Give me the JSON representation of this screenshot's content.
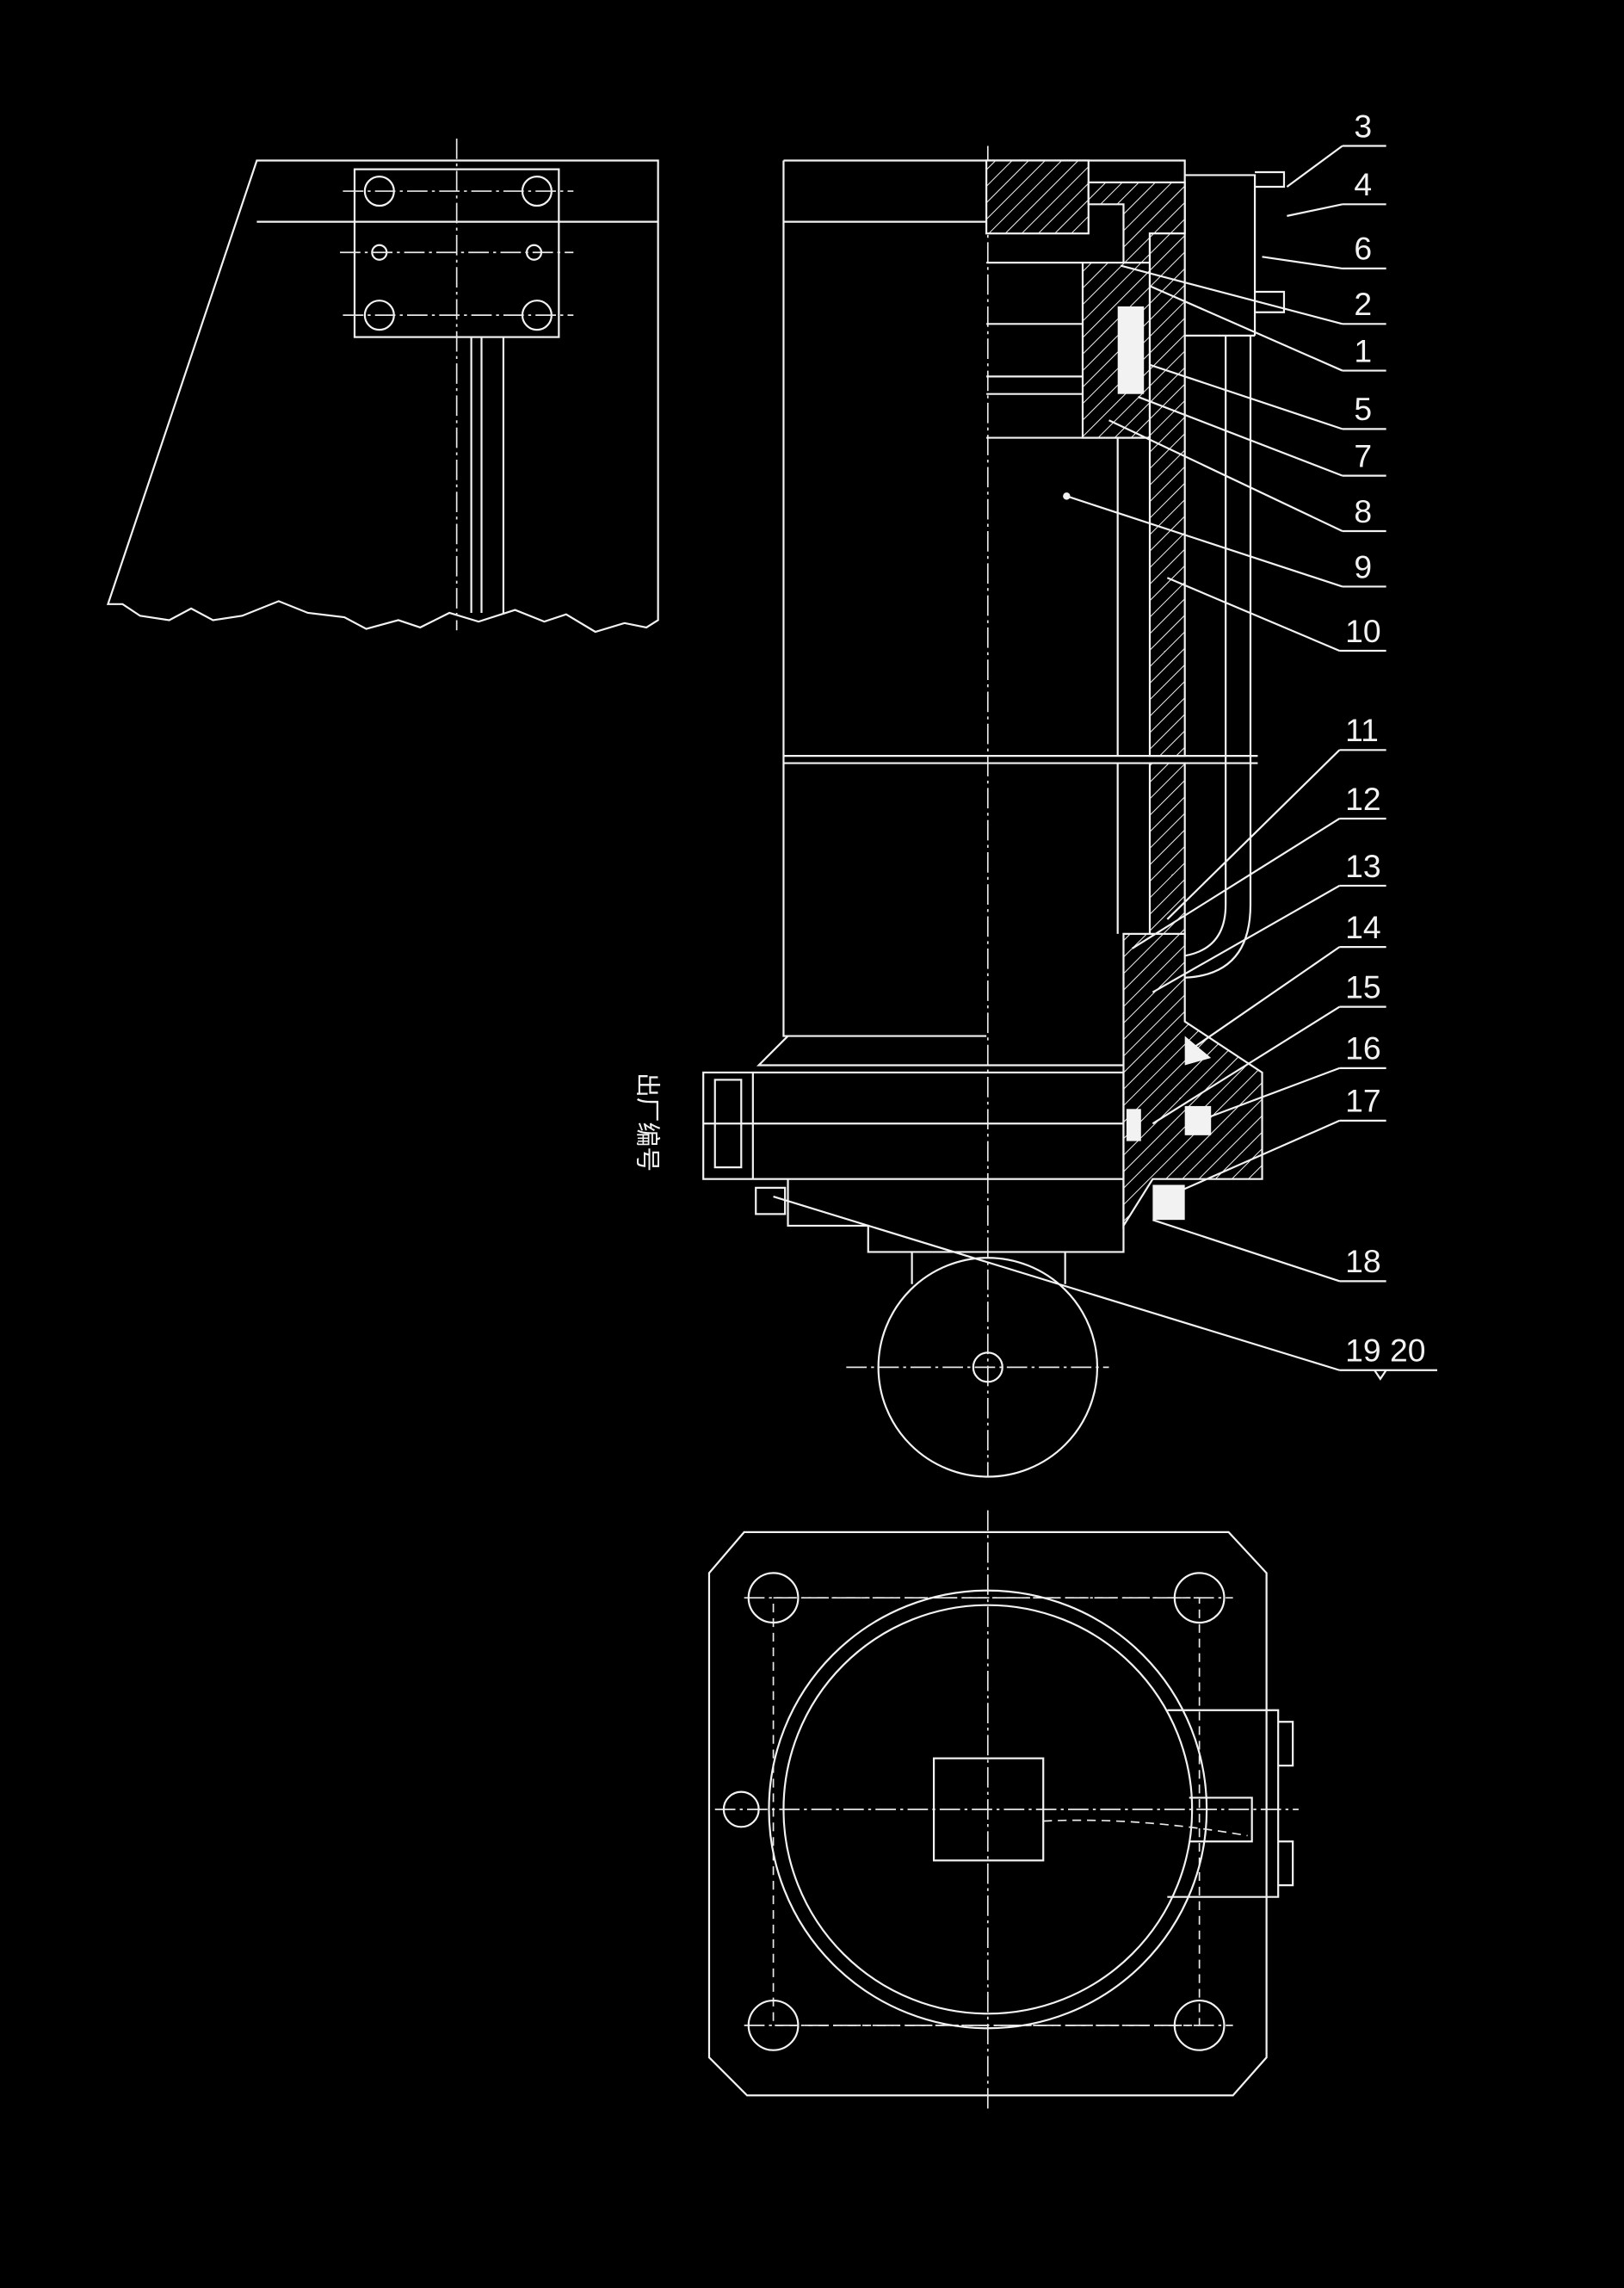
{
  "drawing": {
    "title": "Hydraulic cylinder assembly drawing",
    "serial_plate_text": "出厂编号",
    "part_labels": [
      "3",
      "4",
      "6",
      "2",
      "1",
      "5",
      "7",
      "8",
      "9",
      "10",
      "11",
      "12",
      "13",
      "14",
      "15",
      "16",
      "17",
      "18",
      "19 20"
    ],
    "colors": {
      "background": "#000000",
      "lines": "#f2f2f2"
    }
  }
}
